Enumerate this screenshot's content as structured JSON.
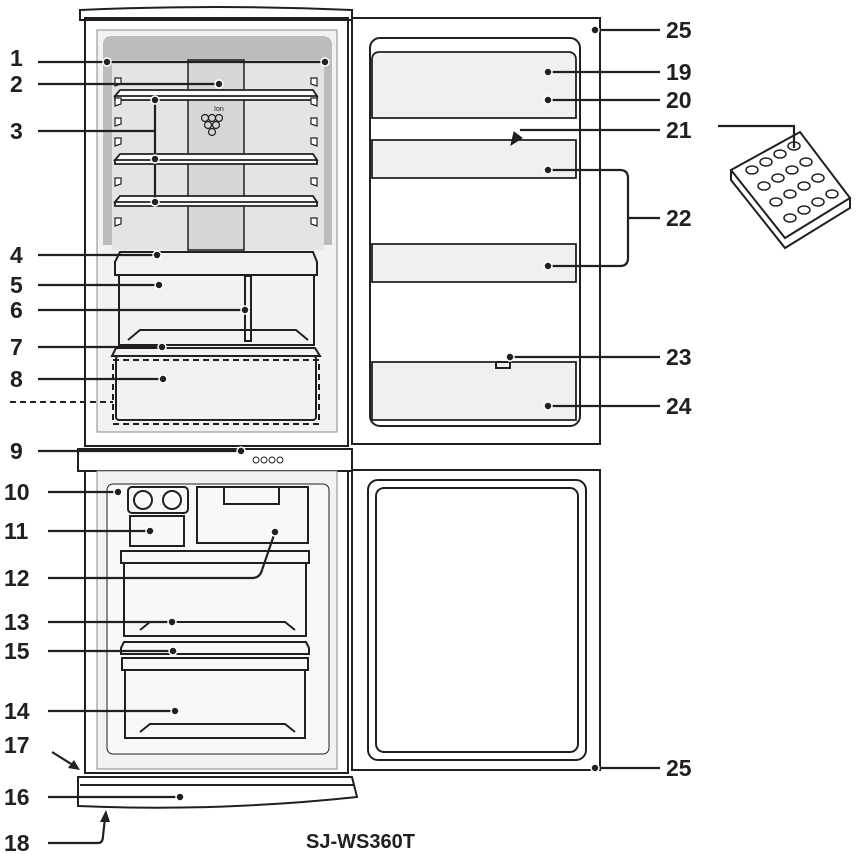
{
  "labels": {
    "l1": "1",
    "l2": "2",
    "l3": "3",
    "l4": "4",
    "l5": "5",
    "l6": "6",
    "l7": "7",
    "l8": "8",
    "l9": "9",
    "l10": "10",
    "l11": "11",
    "l12": "12",
    "l13": "13",
    "l14": "14",
    "l15": "15",
    "l16": "16",
    "l17": "17",
    "l18": "18",
    "l19": "19",
    "l20": "20",
    "l21": "21",
    "l22": "22",
    "l23": "23",
    "l24": "24",
    "l25a": "25",
    "l25b": "25"
  },
  "model": "SJ-WS360T",
  "ion_text": "Ion",
  "colors": {
    "body": "#c8c8c8",
    "liner": "#e6e6e6",
    "dark": "#a9a9a9",
    "line": "#231f20"
  }
}
